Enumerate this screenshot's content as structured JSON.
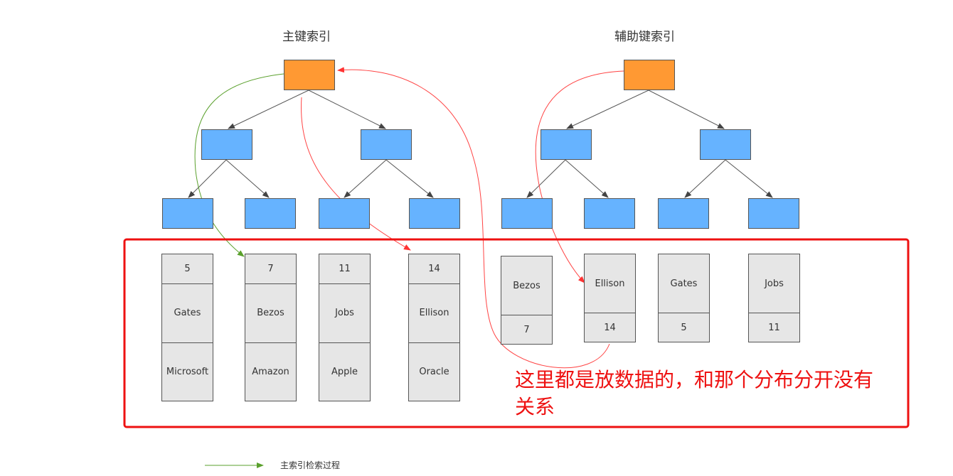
{
  "titles": {
    "primary": "主键索引",
    "secondary": "辅助键索引"
  },
  "primary_leaves": [
    {
      "cells": [
        "5",
        "Gates",
        "Microsoft"
      ]
    },
    {
      "cells": [
        "7",
        "Bezos",
        "Amazon"
      ]
    },
    {
      "cells": [
        "11",
        "Jobs",
        "Apple"
      ]
    },
    {
      "cells": [
        "14",
        "Ellison",
        "Oracle"
      ]
    }
  ],
  "secondary_leaves": [
    {
      "cells": [
        "Bezos",
        "7"
      ]
    },
    {
      "cells": [
        "Ellison",
        "14"
      ]
    },
    {
      "cells": [
        "Gates",
        "5"
      ]
    },
    {
      "cells": [
        "Jobs",
        "11"
      ]
    }
  ],
  "annotation": "这里都是放数据的，和那个分布分开没有关系",
  "legend": {
    "label": "主索引检索过程"
  },
  "colors": {
    "root": "#ff9933",
    "inner": "#66b3ff",
    "leaf": "#e6e6e6",
    "highlight": "#ee1111",
    "green_path": "#5aa02c",
    "red_path": "#ff4444"
  }
}
